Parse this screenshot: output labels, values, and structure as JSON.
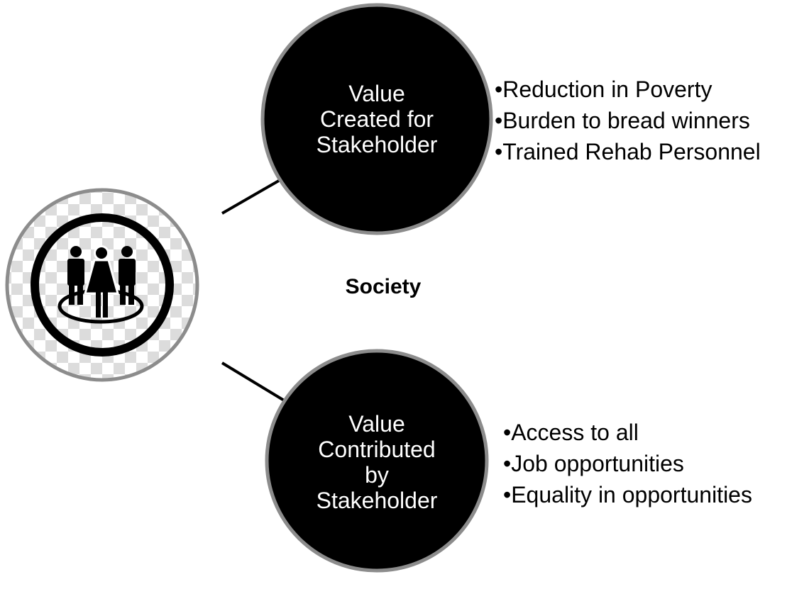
{
  "top_node": {
    "lines": [
      "Value",
      "Created for",
      "Stakeholder"
    ],
    "bullets": [
      "Reduction in Poverty",
      "Burden to bread winners",
      "Trained Rehab Personnel"
    ]
  },
  "bottom_node": {
    "lines": [
      "Value",
      "Contributed",
      "by",
      "Stakeholder"
    ],
    "bullets": [
      "Access to all",
      "Job opportunities",
      "Equality in opportunities"
    ]
  },
  "center_label": "Society",
  "colors": {
    "node_fill": "#000000",
    "node_border": "#8c8c8c",
    "checker_light": "#ffffff",
    "checker_dark": "#dcdcdc",
    "text_on_node": "#ffffff"
  },
  "icons": {
    "central": "people-group-icon"
  }
}
